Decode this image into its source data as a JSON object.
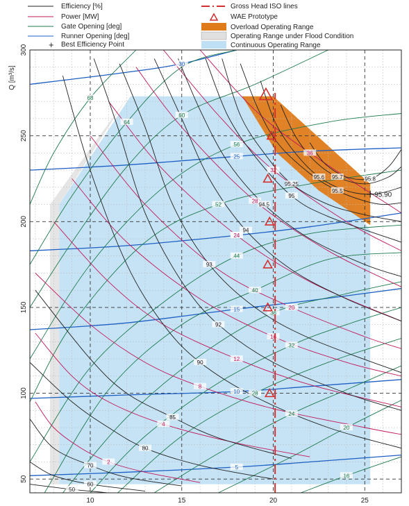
{
  "chart_data": {
    "type": "line",
    "title": "",
    "xlabel": "",
    "ylabel": "Q [m³/s]",
    "xlim": [
      6.7,
      27.0
    ],
    "ylim": [
      42,
      300
    ],
    "x_ticks": [
      "10",
      "15",
      "20",
      "25"
    ],
    "y_ticks": [
      "50",
      "100",
      "150",
      "200",
      "250",
      "300"
    ],
    "x_tick_values": [
      10,
      15,
      20,
      25
    ],
    "y_tick_values": [
      50,
      100,
      150,
      200,
      250,
      300
    ],
    "legend": [
      {
        "label": "Efficiency [%]",
        "type": "line",
        "color": "#222222"
      },
      {
        "label": "Power [MW]",
        "type": "line",
        "color": "#c2185b"
      },
      {
        "label": "Gate Opening [deg]",
        "type": "line",
        "color": "#1e7a4e"
      },
      {
        "label": "Runner Opening [deg]",
        "type": "line",
        "color": "#1e5fc4"
      },
      {
        "label": "Best Efficiency Point",
        "type": "marker-plus",
        "color": "#222222"
      },
      {
        "label": "Gross Head ISO lines",
        "type": "dashdot",
        "color": "#d32f2f"
      },
      {
        "label": "WAE Prototype",
        "type": "marker-triangle",
        "color": "#d32f2f"
      },
      {
        "label": "Overload Operating Range",
        "type": "fill",
        "color": "#e07b1a"
      },
      {
        "label": "Operating Range under Flood Condition",
        "type": "fill",
        "color": "#e0e0e0"
      },
      {
        "label": "Continuous Operating Range",
        "type": "fill",
        "color": "#bfe0f4"
      }
    ],
    "regions": {
      "continuous": [
        [
          8.3,
          47
        ],
        [
          25.3,
          47
        ],
        [
          25.3,
          195
        ],
        [
          22.5,
          235
        ],
        [
          18.6,
          273
        ],
        [
          12.2,
          273
        ],
        [
          8.3,
          210
        ]
      ],
      "flood": [
        [
          7.8,
          47
        ],
        [
          8.3,
          47
        ],
        [
          8.3,
          210
        ],
        [
          12.0,
          272
        ],
        [
          7.8,
          210
        ]
      ],
      "overload": [
        [
          18.3,
          273
        ],
        [
          20.0,
          273
        ],
        [
          25.3,
          222
        ],
        [
          25.3,
          198
        ],
        [
          22.5,
          218
        ],
        [
          20.2,
          240
        ]
      ]
    },
    "series": [
      {
        "name": "Runner Opening [deg]",
        "label": "5",
        "x": [
          6.7,
          12,
          18,
          22,
          27
        ],
        "y": [
          52,
          54,
          57,
          60,
          64
        ]
      },
      {
        "name": "Runner Opening [deg]",
        "label": "10",
        "x": [
          6.7,
          12,
          18,
          22,
          27
        ],
        "y": [
          97,
          99,
          101,
          104,
          108
        ]
      },
      {
        "name": "Runner Opening [deg]",
        "label": "15",
        "x": [
          6.7,
          12,
          18,
          22,
          27
        ],
        "y": [
          137,
          141,
          149,
          154,
          161
        ]
      },
      {
        "name": "Runner Opening [deg]",
        "label": "20",
        "x": [
          6.7,
          12,
          18,
          22,
          27
        ],
        "y": [
          183,
          186,
          192,
          197,
          205
        ]
      },
      {
        "name": "Runner Opening [deg]",
        "label": "25",
        "x": [
          6.7,
          12,
          18,
          22,
          27
        ],
        "y": [
          230,
          233,
          238,
          241,
          243
        ]
      },
      {
        "name": "Runner Opening [deg]",
        "label": "30",
        "x": [
          6.7,
          12,
          15,
          18
        ],
        "y": [
          280,
          287,
          292,
          300
        ]
      },
      {
        "name": "Gate Opening [deg]",
        "label": "16",
        "x": [
          21.5,
          24,
          27
        ],
        "y": [
          42,
          52,
          63
        ]
      },
      {
        "name": "Gate Opening [deg]",
        "label": "20",
        "x": [
          17,
          21,
          24,
          27
        ],
        "y": [
          42,
          63,
          80,
          96
        ]
      },
      {
        "name": "Gate Opening [deg]",
        "label": "24",
        "x": [
          13.5,
          17,
          21,
          24,
          27
        ],
        "y": [
          42,
          65,
          88,
          102,
          116
        ]
      },
      {
        "name": "Gate Opening [deg]",
        "label": "28",
        "x": [
          11.5,
          15,
          19,
          23,
          27
        ],
        "y": [
          42,
          75,
          100,
          118,
          132
        ]
      },
      {
        "name": "Gate Opening [deg]",
        "label": "32",
        "x": [
          10,
          13,
          17,
          21,
          24,
          27
        ],
        "y": [
          42,
          75,
          106,
          128,
          140,
          150
        ]
      },
      {
        "name": "Gate Opening [deg]",
        "label": "36",
        "x": [
          8.5,
          12,
          16,
          20,
          24,
          27
        ],
        "y": [
          42,
          86,
          122,
          147,
          158,
          165
        ]
      },
      {
        "name": "Gate Opening [deg]",
        "label": "40",
        "x": [
          7.5,
          11,
          15,
          19,
          23,
          27
        ],
        "y": [
          42,
          102,
          140,
          160,
          178,
          182
        ]
      },
      {
        "name": "Gate Opening [deg]",
        "label": "44",
        "x": [
          6.7,
          10,
          14,
          18,
          22,
          27
        ],
        "y": [
          60,
          115,
          153,
          180,
          193,
          198
        ]
      },
      {
        "name": "Gate Opening [deg]",
        "label": "52",
        "x": [
          6.7,
          9,
          13,
          17,
          22,
          27
        ],
        "y": [
          95,
          140,
          188,
          210,
          222,
          230
        ]
      },
      {
        "name": "Gate Opening [deg]",
        "label": "56",
        "x": [
          6.7,
          10,
          14,
          18,
          23,
          27
        ],
        "y": [
          120,
          175,
          220,
          245,
          258,
          263
        ]
      },
      {
        "name": "Gate Opening [deg]",
        "label": "60",
        "x": [
          6.7,
          9,
          12,
          15,
          19,
          23
        ],
        "y": [
          150,
          188,
          232,
          262,
          280,
          300
        ]
      },
      {
        "name": "Gate Opening [deg]",
        "label": "64",
        "x": [
          6.7,
          9,
          12,
          15,
          18
        ],
        "y": [
          175,
          215,
          258,
          290,
          300
        ]
      },
      {
        "name": "Gate Opening [deg]",
        "label": "68",
        "x": [
          6.7,
          8,
          10,
          12.5
        ],
        "y": [
          210,
          240,
          272,
          300
        ]
      },
      {
        "name": "Power [MW]",
        "label": "2",
        "x": [
          7,
          8,
          9.5,
          11,
          13,
          16
        ],
        "y": [
          95,
          80,
          68,
          60,
          54,
          48
        ]
      },
      {
        "name": "Power [MW]",
        "label": "4",
        "x": [
          7,
          9,
          11,
          14,
          18,
          22
        ],
        "y": [
          135,
          110,
          95,
          82,
          71,
          63
        ]
      },
      {
        "name": "Power [MW]",
        "label": "8",
        "x": [
          7,
          10,
          13,
          16,
          20,
          25,
          27
        ],
        "y": [
          170,
          140,
          118,
          104,
          91,
          80,
          76
        ]
      },
      {
        "name": "Power [MW]",
        "label": "12",
        "x": [
          8,
          11,
          14,
          18,
          22,
          27
        ],
        "y": [
          200,
          165,
          140,
          120,
          105,
          92
        ]
      },
      {
        "name": "Power [MW]",
        "label": "16",
        "x": [
          9,
          12,
          16,
          20,
          24,
          27
        ],
        "y": [
          225,
          188,
          155,
          133,
          118,
          110
        ]
      },
      {
        "name": "Power [MW]",
        "label": "20",
        "x": [
          10,
          13,
          17,
          21,
          25,
          27
        ],
        "y": [
          250,
          210,
          172,
          150,
          133,
          126
        ]
      },
      {
        "name": "Power [MW]",
        "label": "24",
        "x": [
          11,
          14,
          18,
          22,
          27
        ],
        "y": [
          270,
          230,
          192,
          165,
          142
        ]
      },
      {
        "name": "Power [MW]",
        "label": "28",
        "x": [
          12.5,
          15,
          19,
          23,
          27
        ],
        "y": [
          290,
          255,
          212,
          183,
          162
        ]
      },
      {
        "name": "Power [MW]",
        "label": "32",
        "x": [
          14,
          17,
          20,
          24,
          27
        ],
        "y": [
          300,
          262,
          230,
          200,
          183
        ]
      },
      {
        "name": "Power [MW]",
        "label": "36",
        "x": [
          16,
          19,
          22,
          27
        ],
        "y": [
          300,
          265,
          240,
          205
        ]
      },
      {
        "name": "Efficiency [%]",
        "label": "50",
        "x": [
          6.7,
          9,
          11
        ],
        "y": [
          47,
          44,
          42
        ]
      },
      {
        "name": "Efficiency [%]",
        "label": "60",
        "x": [
          6.7,
          8,
          10,
          13
        ],
        "y": [
          60,
          52,
          47,
          43
        ]
      },
      {
        "name": "Efficiency [%]",
        "label": "70",
        "x": [
          6.7,
          8,
          10,
          12,
          15
        ],
        "y": [
          85,
          68,
          58,
          51,
          46
        ]
      },
      {
        "name": "Efficiency [%]",
        "label": "80",
        "x": [
          6.7,
          9,
          11,
          13,
          16,
          20
        ],
        "y": [
          118,
          95,
          80,
          68,
          58,
          50
        ]
      },
      {
        "name": "Efficiency [%]",
        "label": "85",
        "x": [
          7,
          10,
          12,
          14.5,
          17,
          21
        ],
        "y": [
          160,
          120,
          100,
          86,
          74,
          62
        ]
      },
      {
        "name": "Efficiency [%]",
        "label": "90",
        "x": [
          8.5,
          10,
          12,
          14,
          16,
          19,
          23,
          27
        ],
        "y": [
          285,
          230,
          175,
          140,
          118,
          98,
          80,
          68
        ]
      },
      {
        "name": "Efficiency [%]",
        "label": "92",
        "x": [
          10.2,
          11.5,
          13,
          15,
          17,
          20,
          24,
          27
        ],
        "y": [
          295,
          255,
          205,
          165,
          140,
          118,
          100,
          90
        ]
      },
      {
        "name": "Efficiency [%]",
        "label": "93",
        "x": [
          11.6,
          13,
          14.5,
          16.5,
          19,
          22,
          27
        ],
        "y": [
          292,
          255,
          210,
          175,
          150,
          132,
          112
        ]
      },
      {
        "name": "Efficiency [%]",
        "label": "94",
        "x": [
          13.5,
          15,
          16.5,
          18.5,
          21,
          24,
          27
        ],
        "y": [
          295,
          260,
          225,
          195,
          172,
          155,
          142
        ]
      },
      {
        "name": "Efficiency [%]",
        "label": "94.5",
        "x": [
          14.8,
          16,
          17.5,
          19.5,
          22,
          25,
          27
        ],
        "y": [
          295,
          265,
          235,
          210,
          190,
          175,
          168
        ]
      },
      {
        "name": "Efficiency [%]",
        "label": "95",
        "x": [
          16.3,
          17.5,
          19,
          21,
          23,
          27
        ],
        "y": [
          295,
          262,
          238,
          215,
          203,
          188
        ]
      },
      {
        "name": "Efficiency [%]",
        "label": "95.25",
        "x": [
          17.2,
          18.2,
          19.5,
          21,
          23,
          25,
          27
        ],
        "y": [
          295,
          262,
          240,
          222,
          210,
          204,
          200
        ]
      },
      {
        "name": "Efficiency [%]",
        "label": "95.5",
        "x": [
          18.2,
          19.2,
          20.3,
          22,
          23.5,
          25,
          26,
          27
        ],
        "y": [
          292,
          265,
          245,
          228,
          218,
          212,
          210,
          211
        ]
      },
      {
        "name": "Efficiency [%]",
        "label": "95.6",
        "x": [
          19.3,
          20.1,
          21.2,
          22.5,
          24,
          25.5,
          27
        ],
        "y": [
          282,
          258,
          240,
          226,
          218,
          216,
          220
        ]
      },
      {
        "name": "Efficiency [%]",
        "label": "95.7",
        "x": [
          20.4,
          21.2,
          22.2,
          23.5,
          25,
          26.3,
          27
        ],
        "y": [
          268,
          250,
          236,
          226,
          222,
          226,
          232
        ]
      },
      {
        "name": "Efficiency [%]",
        "label": "95.8",
        "x": [
          22.0,
          22.8,
          24,
          25.3,
          26.3,
          27
        ],
        "y": [
          246,
          234,
          226,
          225,
          232,
          242
        ]
      }
    ],
    "best_efficiency_point": {
      "x": 25.3,
      "y": 216,
      "label": "95.90"
    },
    "head_iso_line": {
      "x": [
        20.1,
        20.1
      ],
      "y": [
        42,
        275
      ]
    },
    "wae_prototype": {
      "x": [
        19.6,
        19.9,
        19.7,
        19.8,
        19.7,
        19.7,
        19.8
      ],
      "y": [
        274,
        250,
        225,
        200,
        175,
        150,
        100
      ]
    }
  }
}
